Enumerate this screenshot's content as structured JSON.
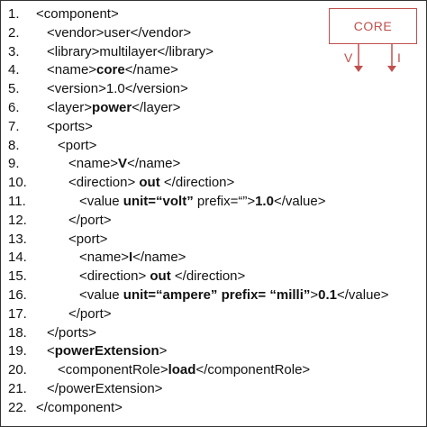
{
  "diagram": {
    "block_label": "CORE",
    "pins": [
      {
        "label": "V",
        "direction": "out"
      },
      {
        "label": "I",
        "direction": "out"
      }
    ],
    "accent_color": "#c0504d"
  },
  "lines": [
    {
      "num": "1.",
      "indent": 0,
      "parts": [
        {
          "t": "<component>",
          "b": false
        }
      ]
    },
    {
      "num": "2.",
      "indent": 1,
      "parts": [
        {
          "t": "<vendor>user</vendor>",
          "b": false
        }
      ]
    },
    {
      "num": "3.",
      "indent": 1,
      "parts": [
        {
          "t": "<library>multilayer</library>",
          "b": false
        }
      ]
    },
    {
      "num": "4.",
      "indent": 1,
      "parts": [
        {
          "t": "<name>",
          "b": false
        },
        {
          "t": "core",
          "b": true
        },
        {
          "t": "</name>",
          "b": false
        }
      ]
    },
    {
      "num": "5.",
      "indent": 1,
      "parts": [
        {
          "t": "<version>1.0</version>",
          "b": false
        }
      ]
    },
    {
      "num": "6.",
      "indent": 1,
      "parts": [
        {
          "t": "<layer>",
          "b": false
        },
        {
          "t": "power",
          "b": true
        },
        {
          "t": "</layer>",
          "b": false
        }
      ]
    },
    {
      "num": "7.",
      "indent": 1,
      "parts": [
        {
          "t": "<ports>",
          "b": false
        }
      ]
    },
    {
      "num": "8.",
      "indent": 2,
      "parts": [
        {
          "t": "<port>",
          "b": false
        }
      ]
    },
    {
      "num": "9.",
      "indent": 3,
      "parts": [
        {
          "t": "<name>",
          "b": false
        },
        {
          "t": "V",
          "b": true
        },
        {
          "t": "</name>",
          "b": false
        }
      ]
    },
    {
      "num": "10.",
      "indent": 3,
      "parts": [
        {
          "t": "<direction> ",
          "b": false
        },
        {
          "t": "out",
          "b": true
        },
        {
          "t": " </direction>",
          "b": false
        }
      ]
    },
    {
      "num": "11.",
      "indent": 4,
      "parts": [
        {
          "t": "<value ",
          "b": false
        },
        {
          "t": "unit=“volt”",
          "b": true
        },
        {
          "t": " prefix=“”>",
          "b": false
        },
        {
          "t": "1.0",
          "b": true
        },
        {
          "t": "</value>",
          "b": false
        }
      ]
    },
    {
      "num": "12.",
      "indent": 3,
      "parts": [
        {
          "t": "</port>",
          "b": false
        }
      ]
    },
    {
      "num": "13.",
      "indent": 3,
      "parts": [
        {
          "t": "<port>",
          "b": false
        }
      ]
    },
    {
      "num": "14.",
      "indent": 4,
      "parts": [
        {
          "t": "<name>",
          "b": false
        },
        {
          "t": "I",
          "b": true
        },
        {
          "t": "</name>",
          "b": false
        }
      ]
    },
    {
      "num": "15.",
      "indent": 4,
      "parts": [
        {
          "t": "<direction> ",
          "b": false
        },
        {
          "t": "out",
          "b": true
        },
        {
          "t": " </direction>",
          "b": false
        }
      ]
    },
    {
      "num": "16.",
      "indent": 4,
      "parts": [
        {
          "t": "<value ",
          "b": false
        },
        {
          "t": "unit=“ampere” prefix= “milli”",
          "b": true
        },
        {
          "t": ">",
          "b": false
        },
        {
          "t": "0.1",
          "b": true
        },
        {
          "t": "</value>",
          "b": false
        }
      ]
    },
    {
      "num": "17.",
      "indent": 3,
      "parts": [
        {
          "t": "</port>",
          "b": false
        }
      ]
    },
    {
      "num": "18.",
      "indent": 1,
      "parts": [
        {
          "t": "</ports>",
          "b": false
        }
      ]
    },
    {
      "num": "19.",
      "indent": 1,
      "parts": [
        {
          "t": "<",
          "b": false
        },
        {
          "t": "powerExtension",
          "b": true
        },
        {
          "t": ">",
          "b": false
        }
      ]
    },
    {
      "num": "20.",
      "indent": 2,
      "parts": [
        {
          "t": "<componentRole>",
          "b": false
        },
        {
          "t": "load",
          "b": true
        },
        {
          "t": "</componentRole>",
          "b": false
        }
      ]
    },
    {
      "num": "21.",
      "indent": 1,
      "parts": [
        {
          "t": "</powerExtension>",
          "b": false
        }
      ]
    },
    {
      "num": "22.",
      "indent": 0,
      "parts": [
        {
          "t": "</component>",
          "b": false
        }
      ]
    }
  ]
}
